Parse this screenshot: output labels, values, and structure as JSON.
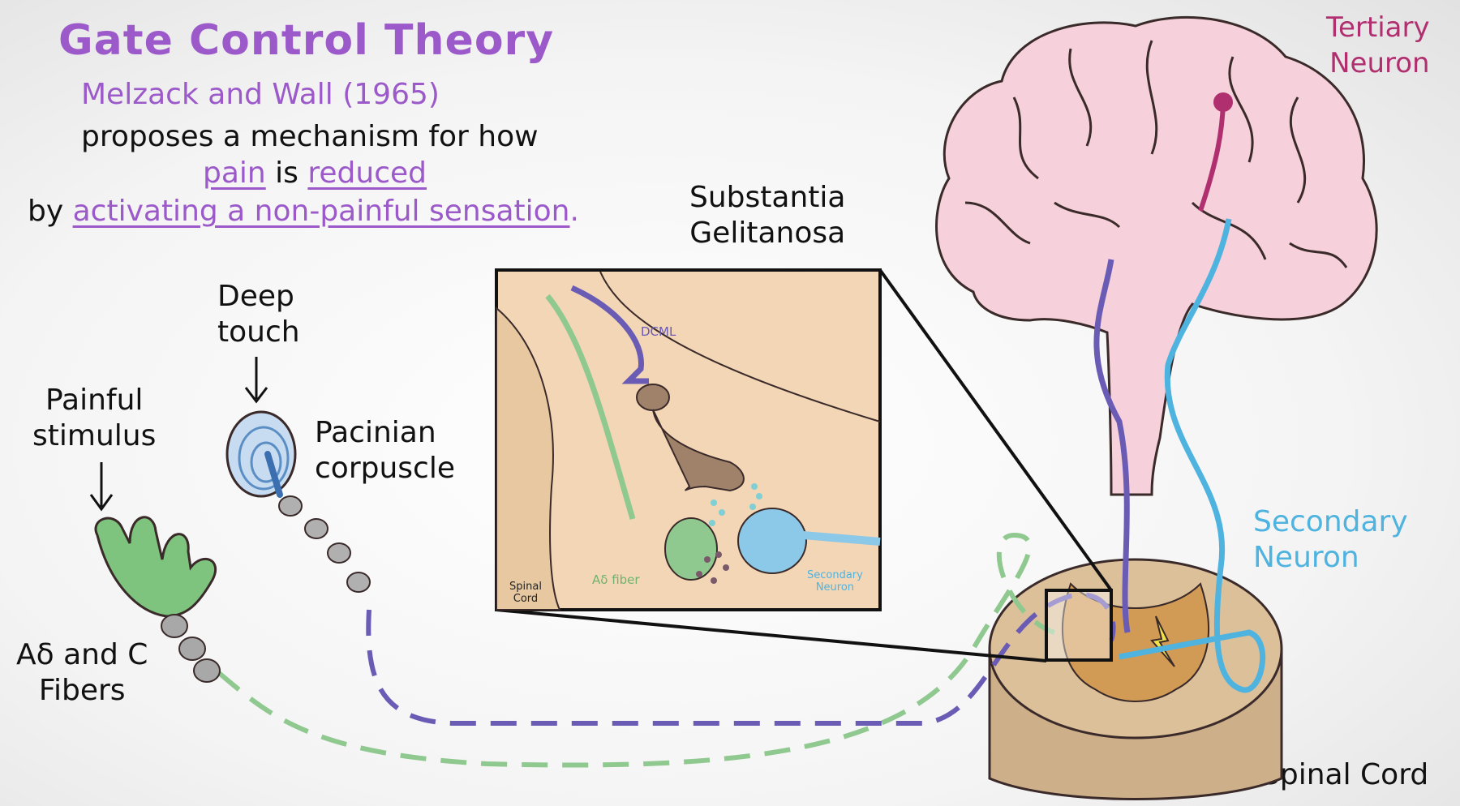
{
  "title": "Gate Control Theory",
  "authors": "Melzack and Wall (1965)",
  "text": {
    "line2": "proposes a mechanism for how",
    "pain": "pain",
    "is": " is ",
    "reduced": "reduced",
    "by": "by ",
    "activating": "activating a non-painful sensation",
    "period": "."
  },
  "labels": {
    "substantia_1": "Substantia",
    "substantia_2": "Gelitanosa",
    "deep_1": "Deep",
    "deep_2": "touch",
    "painful_1": "Painful",
    "painful_2": "stimulus",
    "pacinian_1": "Pacinian",
    "pacinian_2": "corpuscle",
    "fibers_1": "Aδ and C",
    "fibers_2": "Fibers",
    "tertiary_1": "Tertiary",
    "tertiary_2": "Neuron",
    "secondary_1": "Secondary",
    "secondary_2": "Neuron",
    "spinal": "Spinal Cord"
  },
  "inset": {
    "dcml": "DCML",
    "fiber": "Aδ fiber",
    "secondary_1": "Secondary",
    "secondary_2": "Neuron",
    "spinal_1": "Spinal",
    "spinal_2": "Cord"
  },
  "colors": {
    "title_purple": "#9b59c9",
    "green_fiber": "#7ec47e",
    "purple_fiber": "#6a5bb5",
    "secondary_blue": "#4fb3e0",
    "tertiary_magenta": "#b0306f",
    "brain_pink": "#f6d0da",
    "spinal_tan": "#dcc09a"
  }
}
